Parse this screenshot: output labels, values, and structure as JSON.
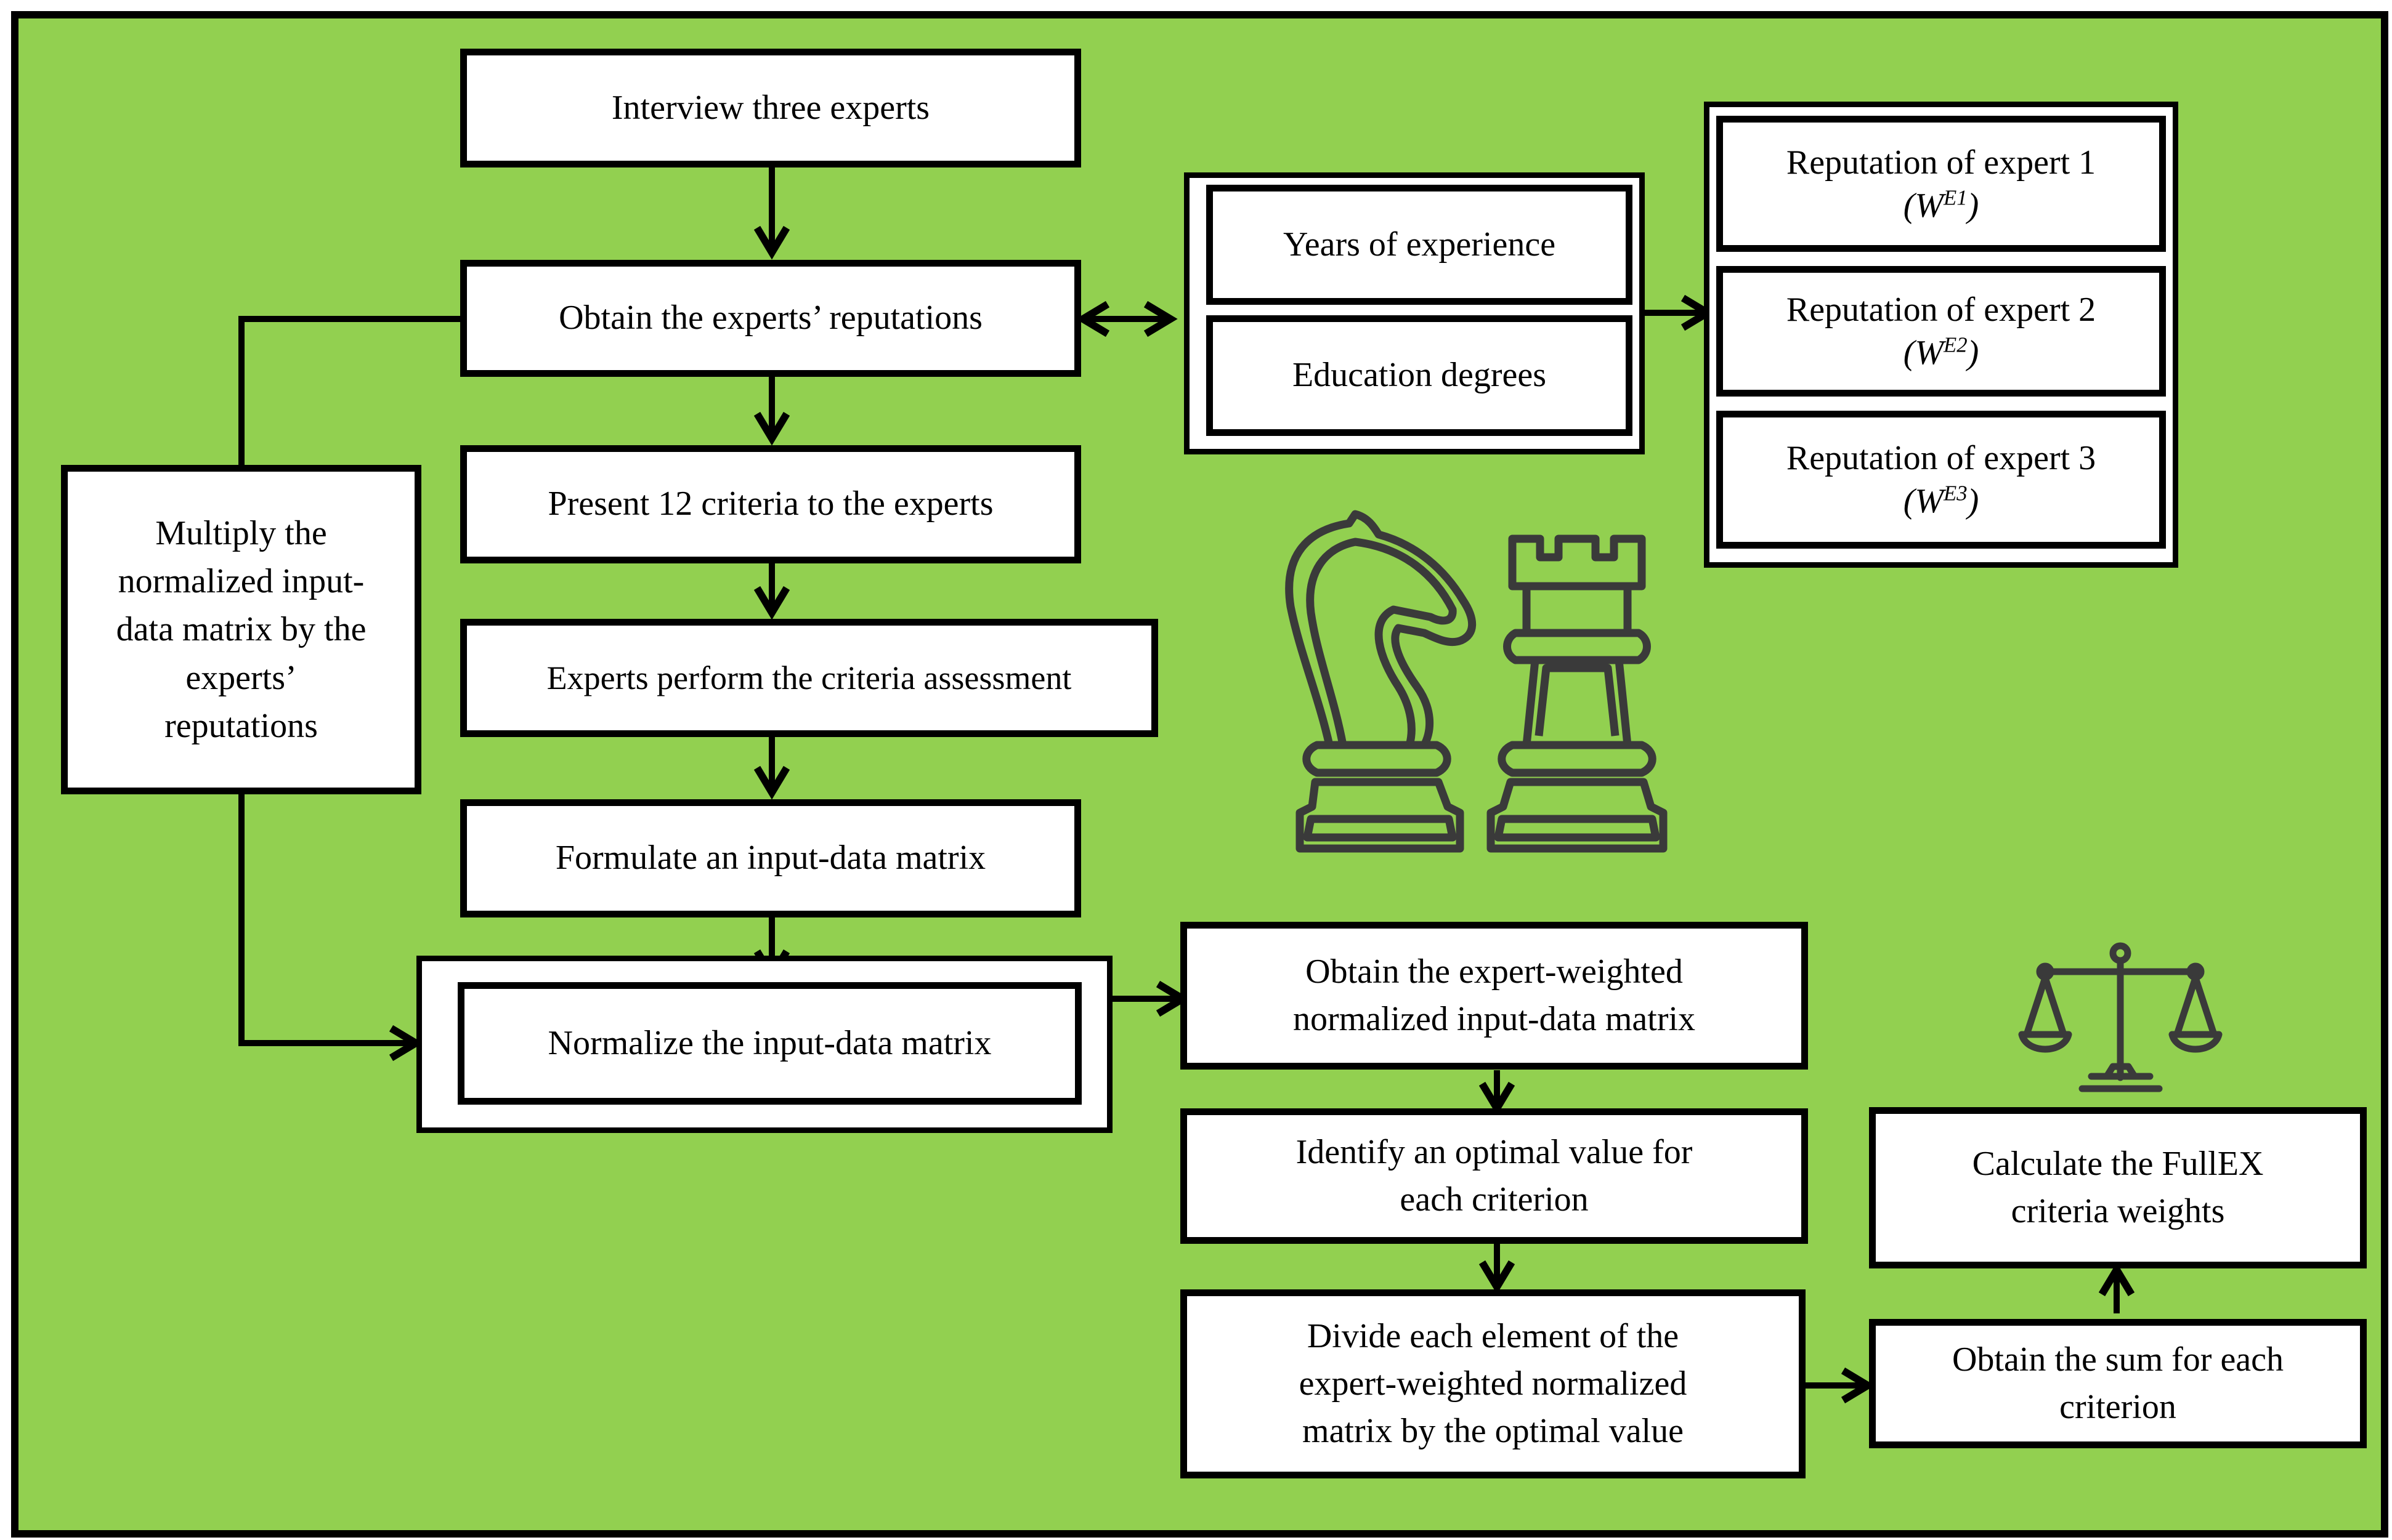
{
  "diagram": {
    "steps": {
      "interview": "Interview three experts",
      "obtain_reputations": "Obtain the experts’ reputations",
      "present_criteria": "Present 12 criteria to the experts",
      "assessment": "Experts perform the criteria assessment",
      "formulate_matrix": "Formulate an input-data matrix",
      "normalize_matrix": "Normalize the input-data matrix",
      "multiply": "Multiply the\nnormalized input-\ndata matrix by the\nexperts’\nreputations",
      "expert_weighted": "Obtain the expert-weighted\nnormalized input-data matrix",
      "optimal_value": "Identify an optimal value for\neach criterion",
      "divide": "Divide each element of the\nexpert-weighted normalized\nmatrix by the optimal value",
      "sum": "Obtain the sum for each\ncriterion",
      "calculate": "Calculate the FullEX\ncriteria weights"
    },
    "factors": {
      "years": "Years of experience",
      "education": "Education degrees"
    },
    "reputations": [
      {
        "label": "Reputation of expert 1",
        "symbol": "(W^E1)"
      },
      {
        "label": "Reputation of expert 2",
        "symbol": "(W^E2)"
      },
      {
        "label": "Reputation of expert 3",
        "symbol": "(W^E3)"
      }
    ],
    "icons": [
      "chess-knight-icon",
      "chess-rook-icon",
      "balance-scale-icon"
    ],
    "colors": {
      "background": "#92D050",
      "box": "#FFFFFF",
      "stroke": "#000000",
      "icon": "#3A3A3A"
    }
  }
}
